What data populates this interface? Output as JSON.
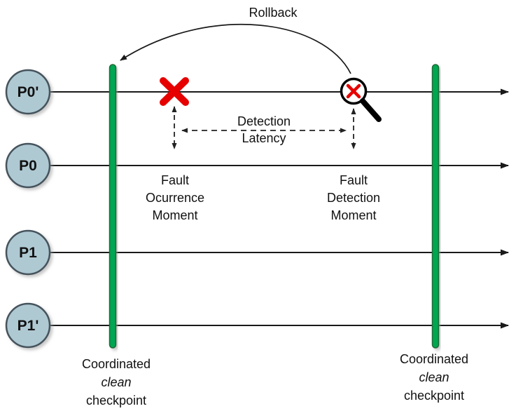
{
  "processes": [
    {
      "label": "P0'"
    },
    {
      "label": "P0"
    },
    {
      "label": "P1"
    },
    {
      "label": "P1'"
    }
  ],
  "labels": {
    "rollback": "Rollback",
    "detection_latency": [
      "Detection",
      "Latency"
    ],
    "fault_occurrence": [
      "Fault",
      "Ocurrence",
      "Moment"
    ],
    "fault_detection": [
      "Fault",
      "Detection",
      "Moment"
    ],
    "checkpoint": [
      "Coordinated",
      "clean",
      "checkpoint"
    ]
  },
  "colors": {
    "checkpoint_green": "#00A651",
    "checkpoint_green_border": "#1F6B35",
    "process_fill": "#AFC9D3",
    "process_border": "#44535C",
    "fault_red": "#E60000",
    "line_black": "#1A1A1A"
  }
}
